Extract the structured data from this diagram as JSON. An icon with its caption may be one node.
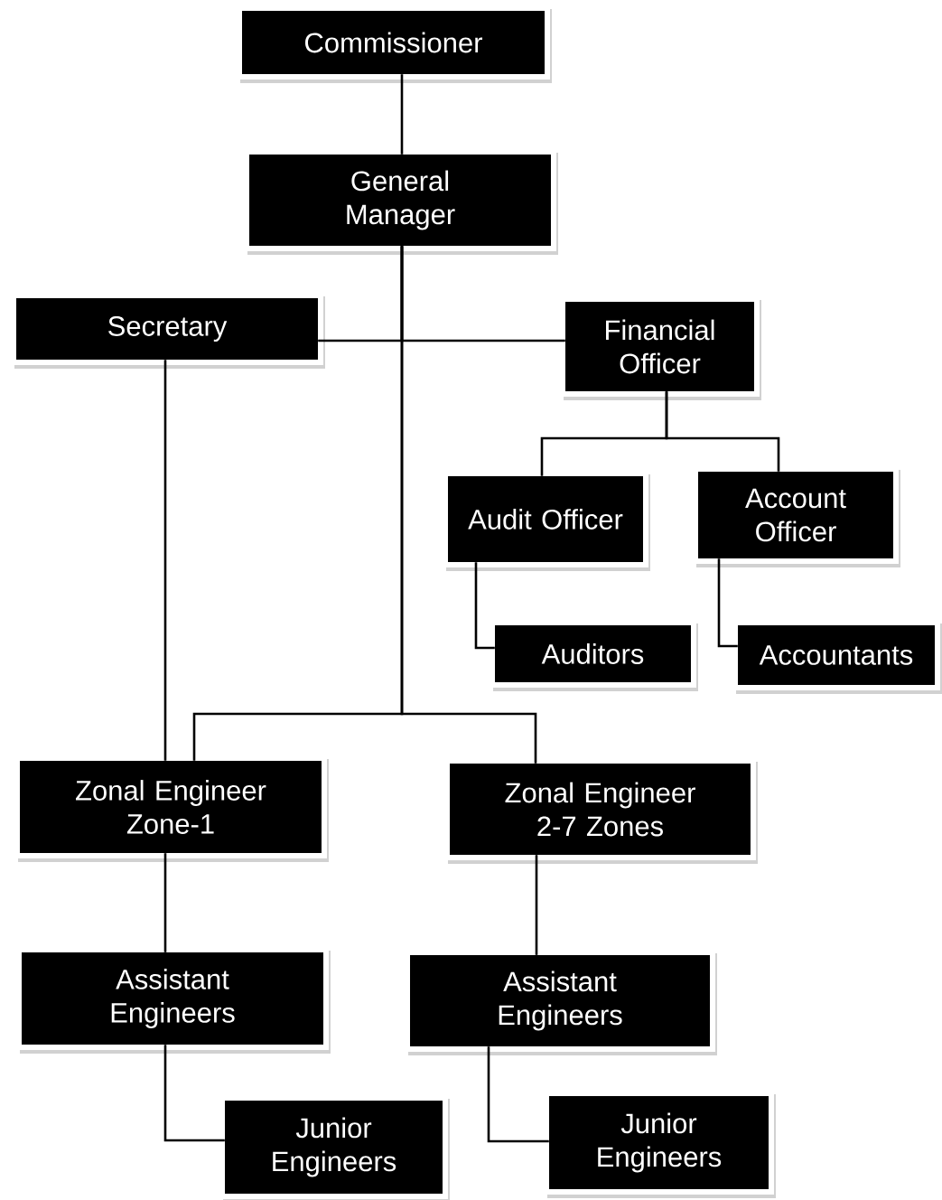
{
  "diagram": {
    "nodes": [
      {
        "text": [
          "Commissioner"
        ]
      },
      {
        "text": [
          "General Manager"
        ]
      },
      {
        "text": [
          "Secretary"
        ]
      },
      {
        "text": [
          "Financial Officer"
        ]
      },
      {
        "text": [
          "Audit Officer"
        ]
      },
      {
        "text": [
          "Account Officer"
        ]
      },
      {
        "text": [
          "Auditors"
        ]
      },
      {
        "text": [
          "Accountants"
        ]
      },
      {
        "text": [
          "Zonal Engineer Zone-1"
        ]
      },
      {
        "text": [
          "Zonal Engineer 2-7 Zones"
        ]
      },
      {
        "text": [
          "Assistant Engineers"
        ]
      },
      {
        "text": [
          "Assistant Engineers"
        ]
      },
      {
        "text": [
          "Junior Engineers"
        ]
      },
      {
        "text": [
          "Junior Engineers"
        ]
      }
    ],
    "edges": [
      {
        "from": 0,
        "to": 1,
        "arrow": "none"
      },
      {
        "from": 1,
        "to": 2,
        "arrow": "none"
      },
      {
        "from": 1,
        "to": 3,
        "arrow": "none"
      },
      {
        "from": 1,
        "to": 8,
        "arrow": "none"
      },
      {
        "from": 1,
        "to": 9,
        "arrow": "none"
      },
      {
        "from": 2,
        "to": 8,
        "arrow": "none"
      },
      {
        "from": 3,
        "to": 4,
        "arrow": "none"
      },
      {
        "from": 3,
        "to": 5,
        "arrow": "none"
      },
      {
        "from": 4,
        "to": 6,
        "arrow": "none"
      },
      {
        "from": 5,
        "to": 7,
        "arrow": "none"
      },
      {
        "from": 8,
        "to": 10,
        "arrow": "none"
      },
      {
        "from": 9,
        "to": 11,
        "arrow": "none"
      },
      {
        "from": 10,
        "to": 12,
        "arrow": "none"
      },
      {
        "from": 11,
        "to": 13,
        "arrow": "none"
      }
    ]
  }
}
